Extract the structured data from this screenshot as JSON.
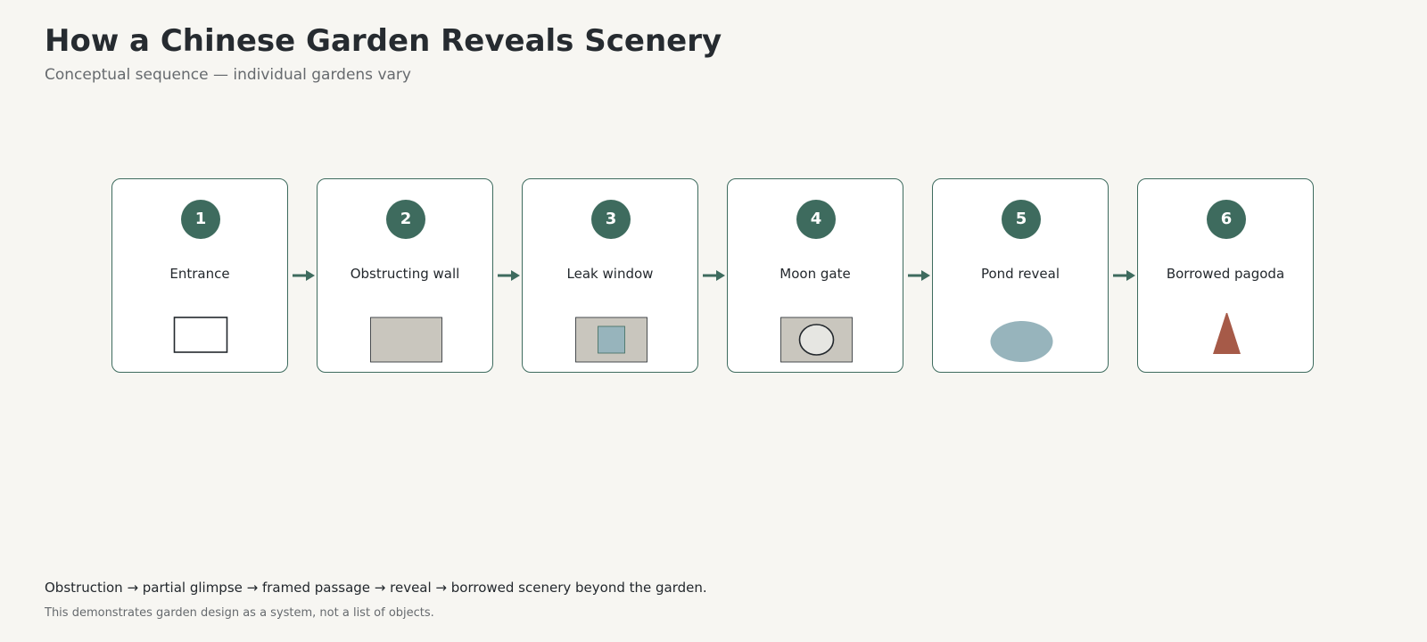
{
  "header": {
    "title": "How a Chinese Garden Reveals Scenery",
    "subtitle": "Conceptual sequence — individual gardens vary"
  },
  "colors": {
    "accent": "#3e6b5e",
    "background": "#f7f6f2",
    "card": "#ffffff",
    "wall": "#c9c6be",
    "water": "#97b4bc",
    "pagoda": "#a65a48",
    "gate_inner": "#e6e6e2"
  },
  "steps": [
    {
      "number": "1",
      "label": "Entrance",
      "icon": "entrance-frame-icon"
    },
    {
      "number": "2",
      "label": "Obstructing wall",
      "icon": "wall-icon"
    },
    {
      "number": "3",
      "label": "Leak window",
      "icon": "leak-window-icon"
    },
    {
      "number": "4",
      "label": "Moon gate",
      "icon": "moon-gate-icon"
    },
    {
      "number": "5",
      "label": "Pond reveal",
      "icon": "pond-icon"
    },
    {
      "number": "6",
      "label": "Borrowed pagoda",
      "icon": "pagoda-icon"
    }
  ],
  "footer": {
    "note": "Obstruction → partial glimpse → framed passage → reveal → borrowed scenery beyond the garden.",
    "footnote": "This demonstrates garden design as a system, not a list of objects."
  }
}
